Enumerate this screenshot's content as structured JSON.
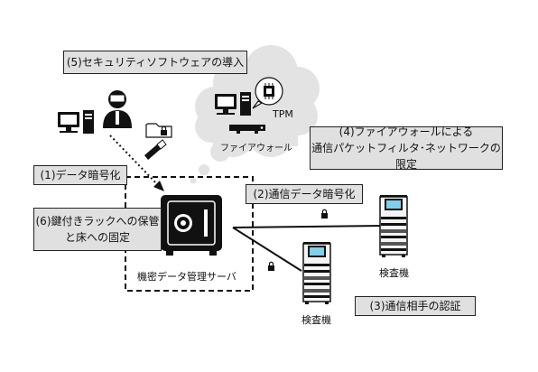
{
  "labels": {
    "security_software": "(5)セキュリティソフトウェアの導入",
    "tpm": "TPM",
    "firewall": "ファイアウォール",
    "firewall_limit_line1": "(4)ファイアウォールによる",
    "firewall_limit_line2": "通信パケットフィルタ･ネットワークの限定",
    "data_encrypt": "(1)データ暗号化",
    "comm_encrypt": "(2)通信データ暗号化",
    "rack_line1": "(6)鍵付きラックへの保管",
    "rack_line2": "と床への固定",
    "server": "機密データ管理サーバ",
    "inspection1": "検査機",
    "inspection2": "検査機",
    "auth": "(3)通信相手の認証"
  }
}
